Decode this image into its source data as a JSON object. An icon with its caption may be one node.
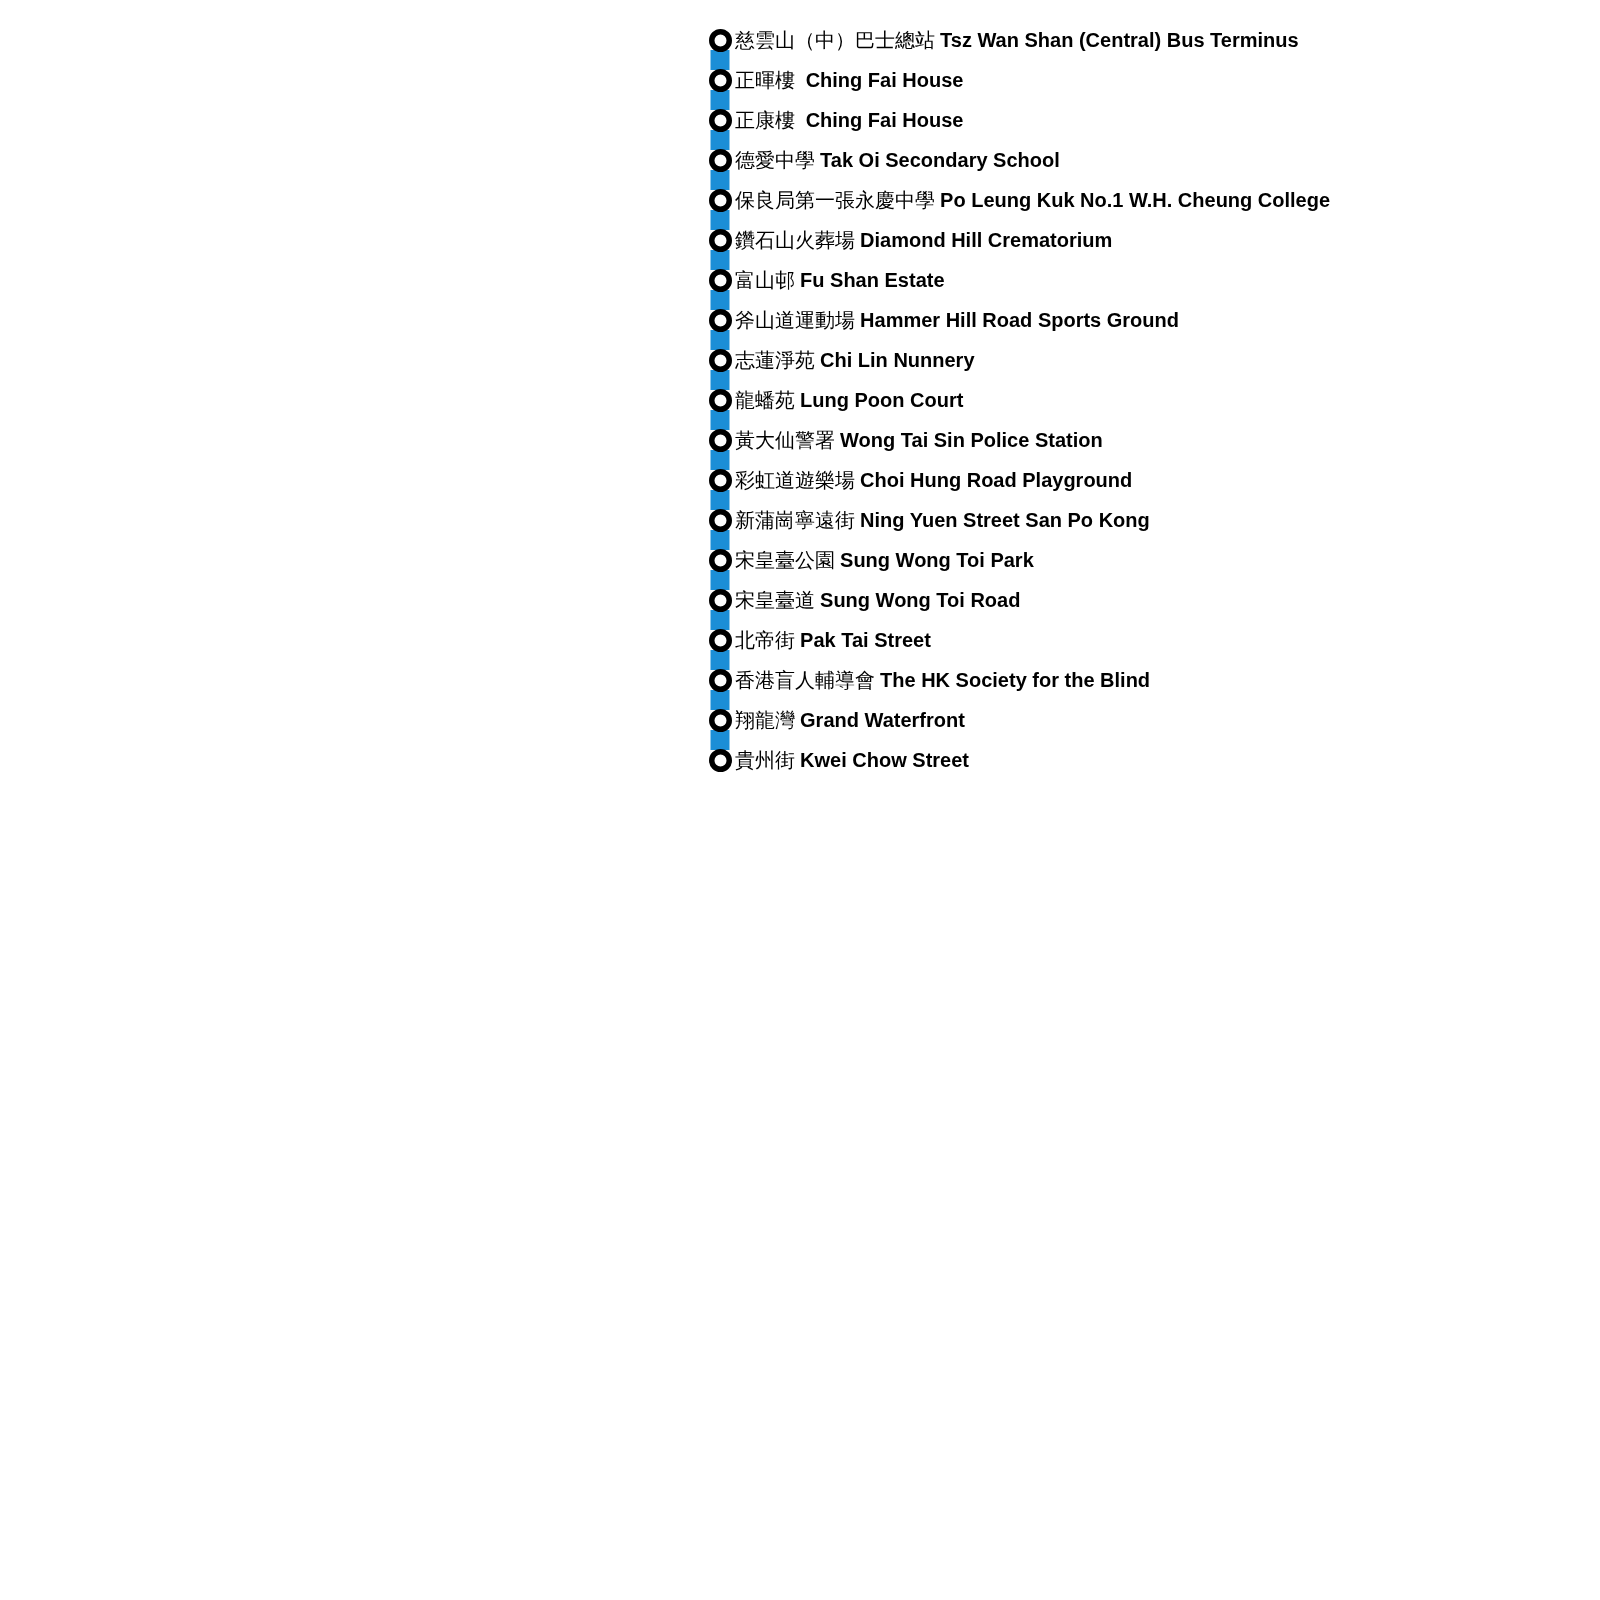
{
  "diagram": {
    "nodes": [
      {
        "text": [],
        "shape": "circle",
        "beside": [
          "慈雲山（中）巴士總站 **Tsz Wan Shan (Central) Bus Terminus**"
        ]
      },
      {
        "text": [],
        "shape": "circle",
        "beside": [
          "正暉樓  **Ching Fai House**"
        ]
      },
      {
        "text": [],
        "shape": "circle",
        "beside": [
          "正康樓  **Ching Fai House**"
        ]
      },
      {
        "text": [],
        "shape": "circle",
        "beside": [
          "德愛中學 **Tak Oi Secondary School**"
        ]
      },
      {
        "text": [],
        "shape": "circle",
        "beside": [
          "保良局第一張永慶中學 **Po Leung Kuk No.1 W.H. Cheung College**"
        ]
      },
      {
        "text": [],
        "shape": "circle",
        "beside": [
          "鑽石山火葬場 **Diamond Hill Crematorium**"
        ]
      },
      {
        "text": [],
        "shape": "circle",
        "beside": [
          "富山邨 **Fu Shan Estate**"
        ]
      },
      {
        "text": [],
        "shape": "circle",
        "beside": [
          "斧山道運動場 **Hammer Hill Road Sports Ground**"
        ]
      },
      {
        "text": [],
        "shape": "circle",
        "beside": [
          "志蓮淨苑 **Chi Lin Nunnery**"
        ]
      },
      {
        "text": [],
        "shape": "circle",
        "beside": [
          "龍蟠苑 **Lung Poon Court**"
        ]
      },
      {
        "text": [],
        "shape": "circle",
        "beside": [
          "黃大仙警署 **Wong Tai Sin Police Station**"
        ]
      },
      {
        "text": [],
        "shape": "circle",
        "beside": [
          "彩虹道遊樂場 **Choi Hung Road Playground**"
        ]
      },
      {
        "text": [],
        "shape": "circle",
        "beside": [
          "新蒲崗寧遠街 **Ning Yuen Street San Po Kong**"
        ]
      },
      {
        "text": [],
        "shape": "circle",
        "beside": [
          "宋皇臺公園 **Sung Wong Toi Park**"
        ]
      },
      {
        "text": [],
        "shape": "circle",
        "beside": [
          "宋皇臺道 **Sung Wong Toi Road**"
        ]
      },
      {
        "text": [],
        "shape": "circle",
        "beside": [
          "北帝街 **Pak Tai Street**"
        ]
      },
      {
        "text": [],
        "shape": "circle",
        "beside": [
          "香港盲人輔導會 **The HK Society for the Blind**"
        ]
      },
      {
        "text": [],
        "shape": "circle",
        "beside": [
          "翔龍灣 **Grand Waterfront**"
        ]
      },
      {
        "text": [],
        "shape": "circle",
        "beside": [
          "貴州街 **Kwei Chow Street**"
        ]
      }
    ],
    "edges": [
      {
        "from": 0,
        "to": 1,
        "arrow": "none"
      },
      {
        "from": 1,
        "to": 2,
        "arrow": "none"
      },
      {
        "from": 2,
        "to": 3,
        "arrow": "none"
      },
      {
        "from": 3,
        "to": 4,
        "arrow": "none"
      },
      {
        "from": 4,
        "to": 5,
        "arrow": "none"
      },
      {
        "from": 5,
        "to": 6,
        "arrow": "none"
      },
      {
        "from": 6,
        "to": 7,
        "arrow": "none"
      },
      {
        "from": 7,
        "to": 8,
        "arrow": "none"
      },
      {
        "from": 8,
        "to": 9,
        "arrow": "none"
      },
      {
        "from": 9,
        "to": 10,
        "arrow": "none"
      },
      {
        "from": 10,
        "to": 11,
        "arrow": "none"
      },
      {
        "from": 11,
        "to": 12,
        "arrow": "none"
      },
      {
        "from": 12,
        "to": 13,
        "arrow": "none"
      },
      {
        "from": 13,
        "to": 14,
        "arrow": "none"
      },
      {
        "from": 14,
        "to": 15,
        "arrow": "none"
      },
      {
        "from": 15,
        "to": 16,
        "arrow": "none"
      },
      {
        "from": 16,
        "to": 17,
        "arrow": "none"
      },
      {
        "from": 17,
        "to": 18,
        "arrow": "none"
      }
    ]
  }
}
